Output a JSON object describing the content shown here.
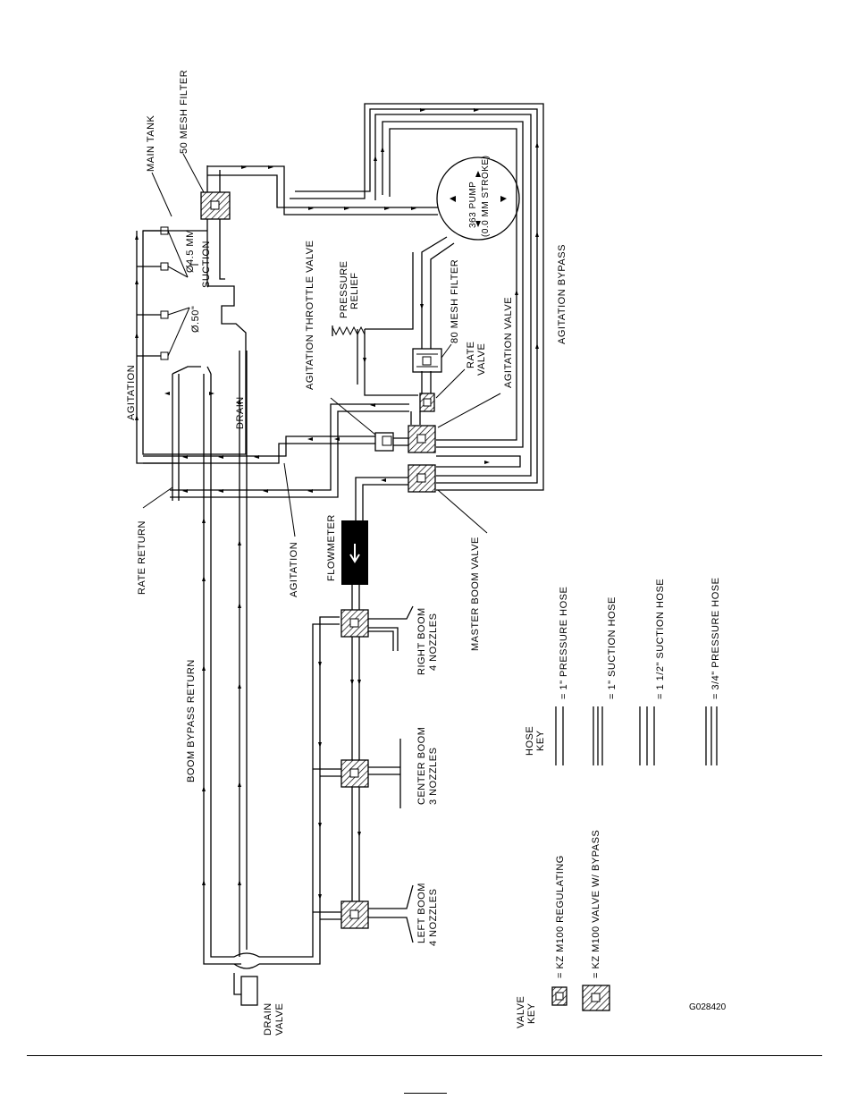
{
  "figure_id": "G028420",
  "labels": {
    "main_tank": "MAIN TANK",
    "mesh_filter_50": "50 MESH FILTER",
    "pump": "363 PUMP",
    "pump_stroke": "(0.0 MM STROKE)",
    "agitation_bypass": "AGITATION BYPASS",
    "orifice_45": "Ø4.5 MM",
    "orifice_50": "Ø.50\"",
    "suction": "SUCTION",
    "agitation_throttle_valve": "AGITATION THROTTLE VALVE",
    "pressure_relief_1": "PRESSURE",
    "pressure_relief_2": "RELIEF",
    "mesh_filter_80": "80 MESH FILTER",
    "rate_valve_1": "RATE",
    "rate_valve_2": "VALVE",
    "agitation_valve": "AGITATION VALVE",
    "agitation_top": "AGITATION",
    "drain": "DRAIN",
    "rate_return": "RATE RETURN",
    "agitation_lower": "AGITATION",
    "flowmeter": "FLOWMETER",
    "master_boom_valve": "MASTER BOOM VALVE",
    "boom_bypass_return": "BOOM BYPASS RETURN",
    "right_boom_1": "RIGHT BOOM",
    "right_boom_2": "4 NOZZLES",
    "center_boom_1": "CENTER BOOM",
    "center_boom_2": "3 NOZZLES",
    "left_boom_1": "LEFT BOOM",
    "left_boom_2": "4 NOZZLES",
    "drain_valve_1": "DRAIN",
    "drain_valve_2": "VALVE"
  },
  "hose_key": {
    "title_1": "HOSE",
    "title_2": "KEY",
    "items": [
      "= 1\" PRESSURE HOSE",
      "= 1\" SUCTION HOSE",
      "= 1 1/2\" SUCTION HOSE",
      "= 3/4\" PRESSURE HOSE"
    ]
  },
  "valve_key": {
    "title_1": "VALVE",
    "title_2": "KEY",
    "items": [
      "= KZ M100 REGULATING",
      "= KZ M100 VALVE W/ BYPASS"
    ]
  }
}
